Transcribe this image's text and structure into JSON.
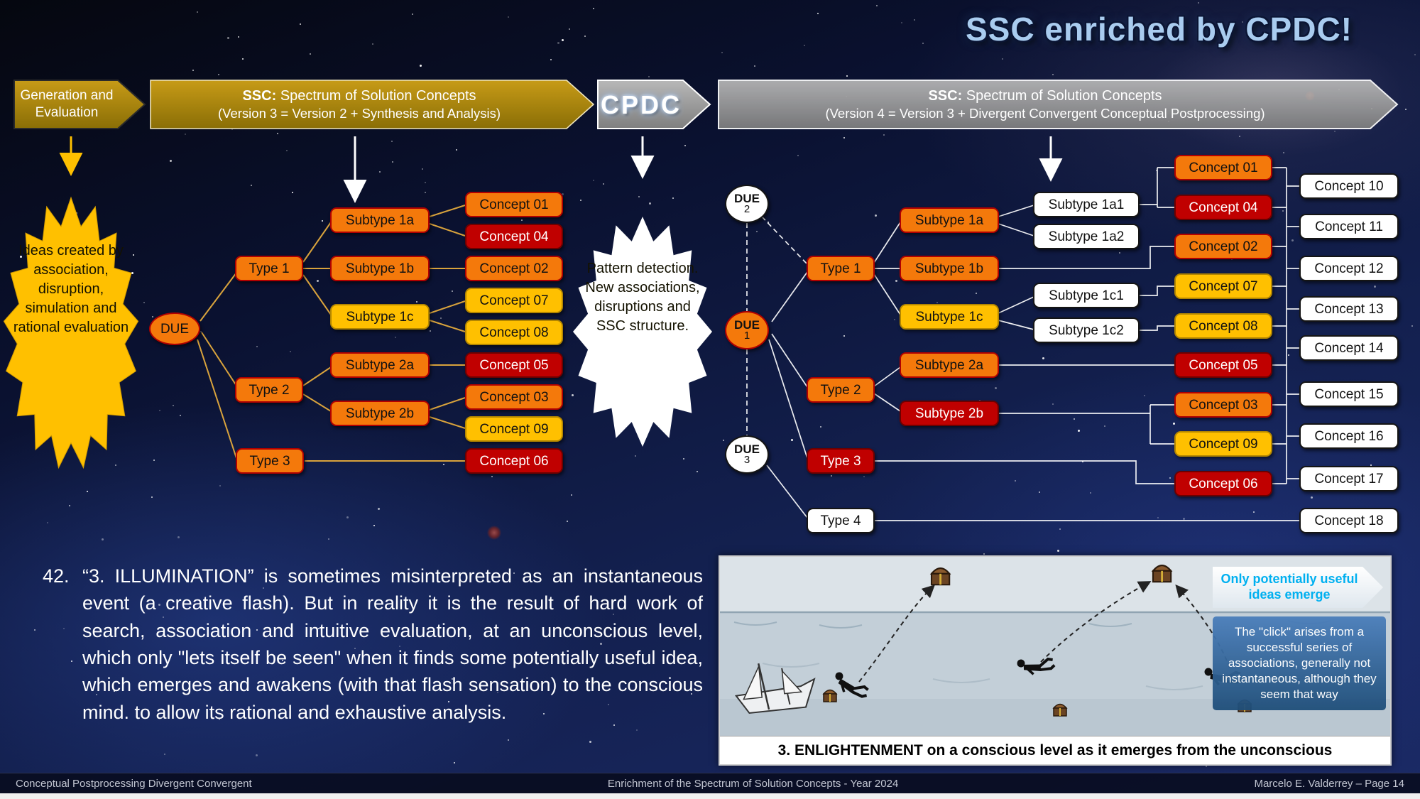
{
  "title": "SSC enriched by CPDC!",
  "banners": {
    "gen_eval": "Generation and Evaluation",
    "ssc3": {
      "bold": "SSC:",
      "rest": " Spectrum of Solution Concepts",
      "line2": "(Version 3 = Version 2 + Synthesis and Analysis)"
    },
    "cpdc": "CPDC",
    "ssc4": {
      "bold": "SSC:",
      "rest": " Spectrum of Solution Concepts",
      "line2": "(Version 4 = Version 3 + Divergent Convergent Conceptual Postprocessing)"
    }
  },
  "ideas_burst": "Ideas created by association, disruption, simulation and rational evaluation",
  "pattern_burst": "Pattern detection. New associations, disruptions and SSC structure.",
  "tree_v3": {
    "due": "DUE",
    "type1": "Type 1",
    "type2": "Type 2",
    "type3": "Type 3",
    "sub1a": "Subtype 1a",
    "sub1b": "Subtype 1b",
    "sub1c": "Subtype 1c",
    "sub2a": "Subtype 2a",
    "sub2b": "Subtype 2b",
    "c01": "Concept 01",
    "c04": "Concept 04",
    "c02": "Concept 02",
    "c07": "Concept 07",
    "c08": "Concept 08",
    "c05": "Concept 05",
    "c03": "Concept 03",
    "c09": "Concept 09",
    "c06": "Concept 06"
  },
  "tree_v4": {
    "due2": {
      "label": "DUE",
      "num": "2"
    },
    "due1": {
      "label": "DUE",
      "num": "1"
    },
    "due3": {
      "label": "DUE",
      "num": "3"
    },
    "type1": "Type 1",
    "type2": "Type 2",
    "type3": "Type 3",
    "type4": "Type 4",
    "sub1a": "Subtype 1a",
    "sub1b": "Subtype 1b",
    "sub1c": "Subtype 1c",
    "sub2a": "Subtype 2a",
    "sub2b": "Subtype 2b",
    "sub1a1": "Subtype 1a1",
    "sub1a2": "Subtype 1a2",
    "sub1c1": "Subtype 1c1",
    "sub1c2": "Subtype 1c2",
    "c01": "Concept 01",
    "c04": "Concept 04",
    "c02": "Concept 02",
    "c07": "Concept 07",
    "c08": "Concept 08",
    "c05": "Concept 05",
    "c03": "Concept 03",
    "c09": "Concept 09",
    "c06": "Concept 06",
    "c10": "Concept 10",
    "c11": "Concept 11",
    "c12": "Concept 12",
    "c13": "Concept 13",
    "c14": "Concept 14",
    "c15": "Concept 15",
    "c16": "Concept 16",
    "c17": "Concept 17",
    "c18": "Concept 18"
  },
  "paragraph": {
    "number": "42.",
    "text": "“3. ILLUMINATION” is sometimes misinterpreted as an instantaneous event (a creative flash). But in reality it is the result of hard work of search, association and intuitive evaluation, at an unconscious level, which only \"lets itself be seen\" when it finds some potentially useful idea, which emerges and awakens (with that flash sensation) to the conscious mind. to allow its rational and exhaustive analysis."
  },
  "figure": {
    "ribbon": "Only potentially useful ideas emerge",
    "note": "The \"click\" arises from a successful series of associations, generally not instantaneous, although they seem that way",
    "caption": "3. ENLIGHTENMENT on a conscious level as it emerges from the unconscious"
  },
  "footer": {
    "left": "Conceptual Postprocessing Divergent Convergent",
    "center": "Enrichment of the Spectrum of Solution Concepts - Year 2024",
    "right": "Marcelo E. Valderrey – Page 14"
  },
  "colors": {
    "orange": "#F4790B",
    "red": "#C00000",
    "yellow": "#FFC000",
    "gold_banner": "#A8860D",
    "gray_banner": "#8C8C8C",
    "title_blue": "#9DC3E6",
    "cyan": "#00B0F0"
  }
}
